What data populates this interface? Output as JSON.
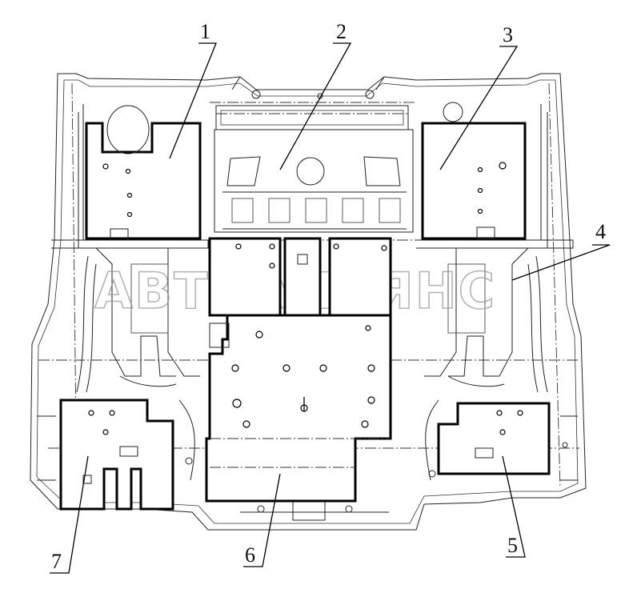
{
  "diagram": {
    "watermark": "АВТОАЛЬЯНС",
    "callouts": [
      {
        "id": "1",
        "label": "1"
      },
      {
        "id": "2",
        "label": "2"
      },
      {
        "id": "3",
        "label": "3"
      },
      {
        "id": "4",
        "label": "4"
      },
      {
        "id": "5",
        "label": "5"
      },
      {
        "id": "6",
        "label": "6"
      },
      {
        "id": "7",
        "label": "7"
      }
    ]
  }
}
